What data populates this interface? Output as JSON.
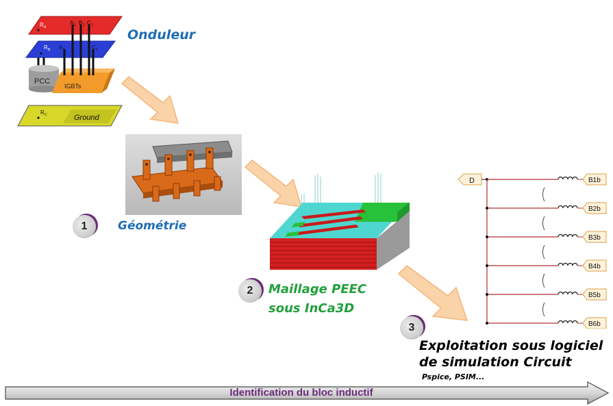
{
  "onduleur": {
    "title": "Onduleur",
    "labels": {
      "ra": "R",
      "ra_sub": "A",
      "rb": "R",
      "rb_sub": "B",
      "rc": "R",
      "rc_sub": "C",
      "a1": "A",
      "a1_sub": "1",
      "b1": "B",
      "b1_sub": "1",
      "c1": "C",
      "c1_sub": "1",
      "a2": "A",
      "a2_sub": "2",
      "c2": "C",
      "c2_sub": "2",
      "pcc": "PCC",
      "igbts": "IGBTs",
      "ground": "Ground"
    }
  },
  "steps": [
    {
      "number": "1",
      "label": "Géométrie"
    },
    {
      "number": "2",
      "label_line1": "Maillage PEEC",
      "label_line2": "sous InCa3D"
    },
    {
      "number": "3",
      "label_line1": "Exploitation sous logiciel",
      "label_line2": "de simulation Circuit",
      "sub": "Pspice, PSIM..."
    }
  ],
  "circuit": {
    "input": "D",
    "outputs": [
      "B1b",
      "B2b",
      "B3b",
      "B4b",
      "B5b",
      "B6b"
    ]
  },
  "bottom_arrow": {
    "label": "Identification du bloc inductif"
  },
  "colors": {
    "accent_blue": "#1f6db5",
    "accent_green": "#22a03c",
    "purple": "#6b2b7a",
    "arrow_fill": "#fbd3a8",
    "copper": "#d96a1a"
  }
}
